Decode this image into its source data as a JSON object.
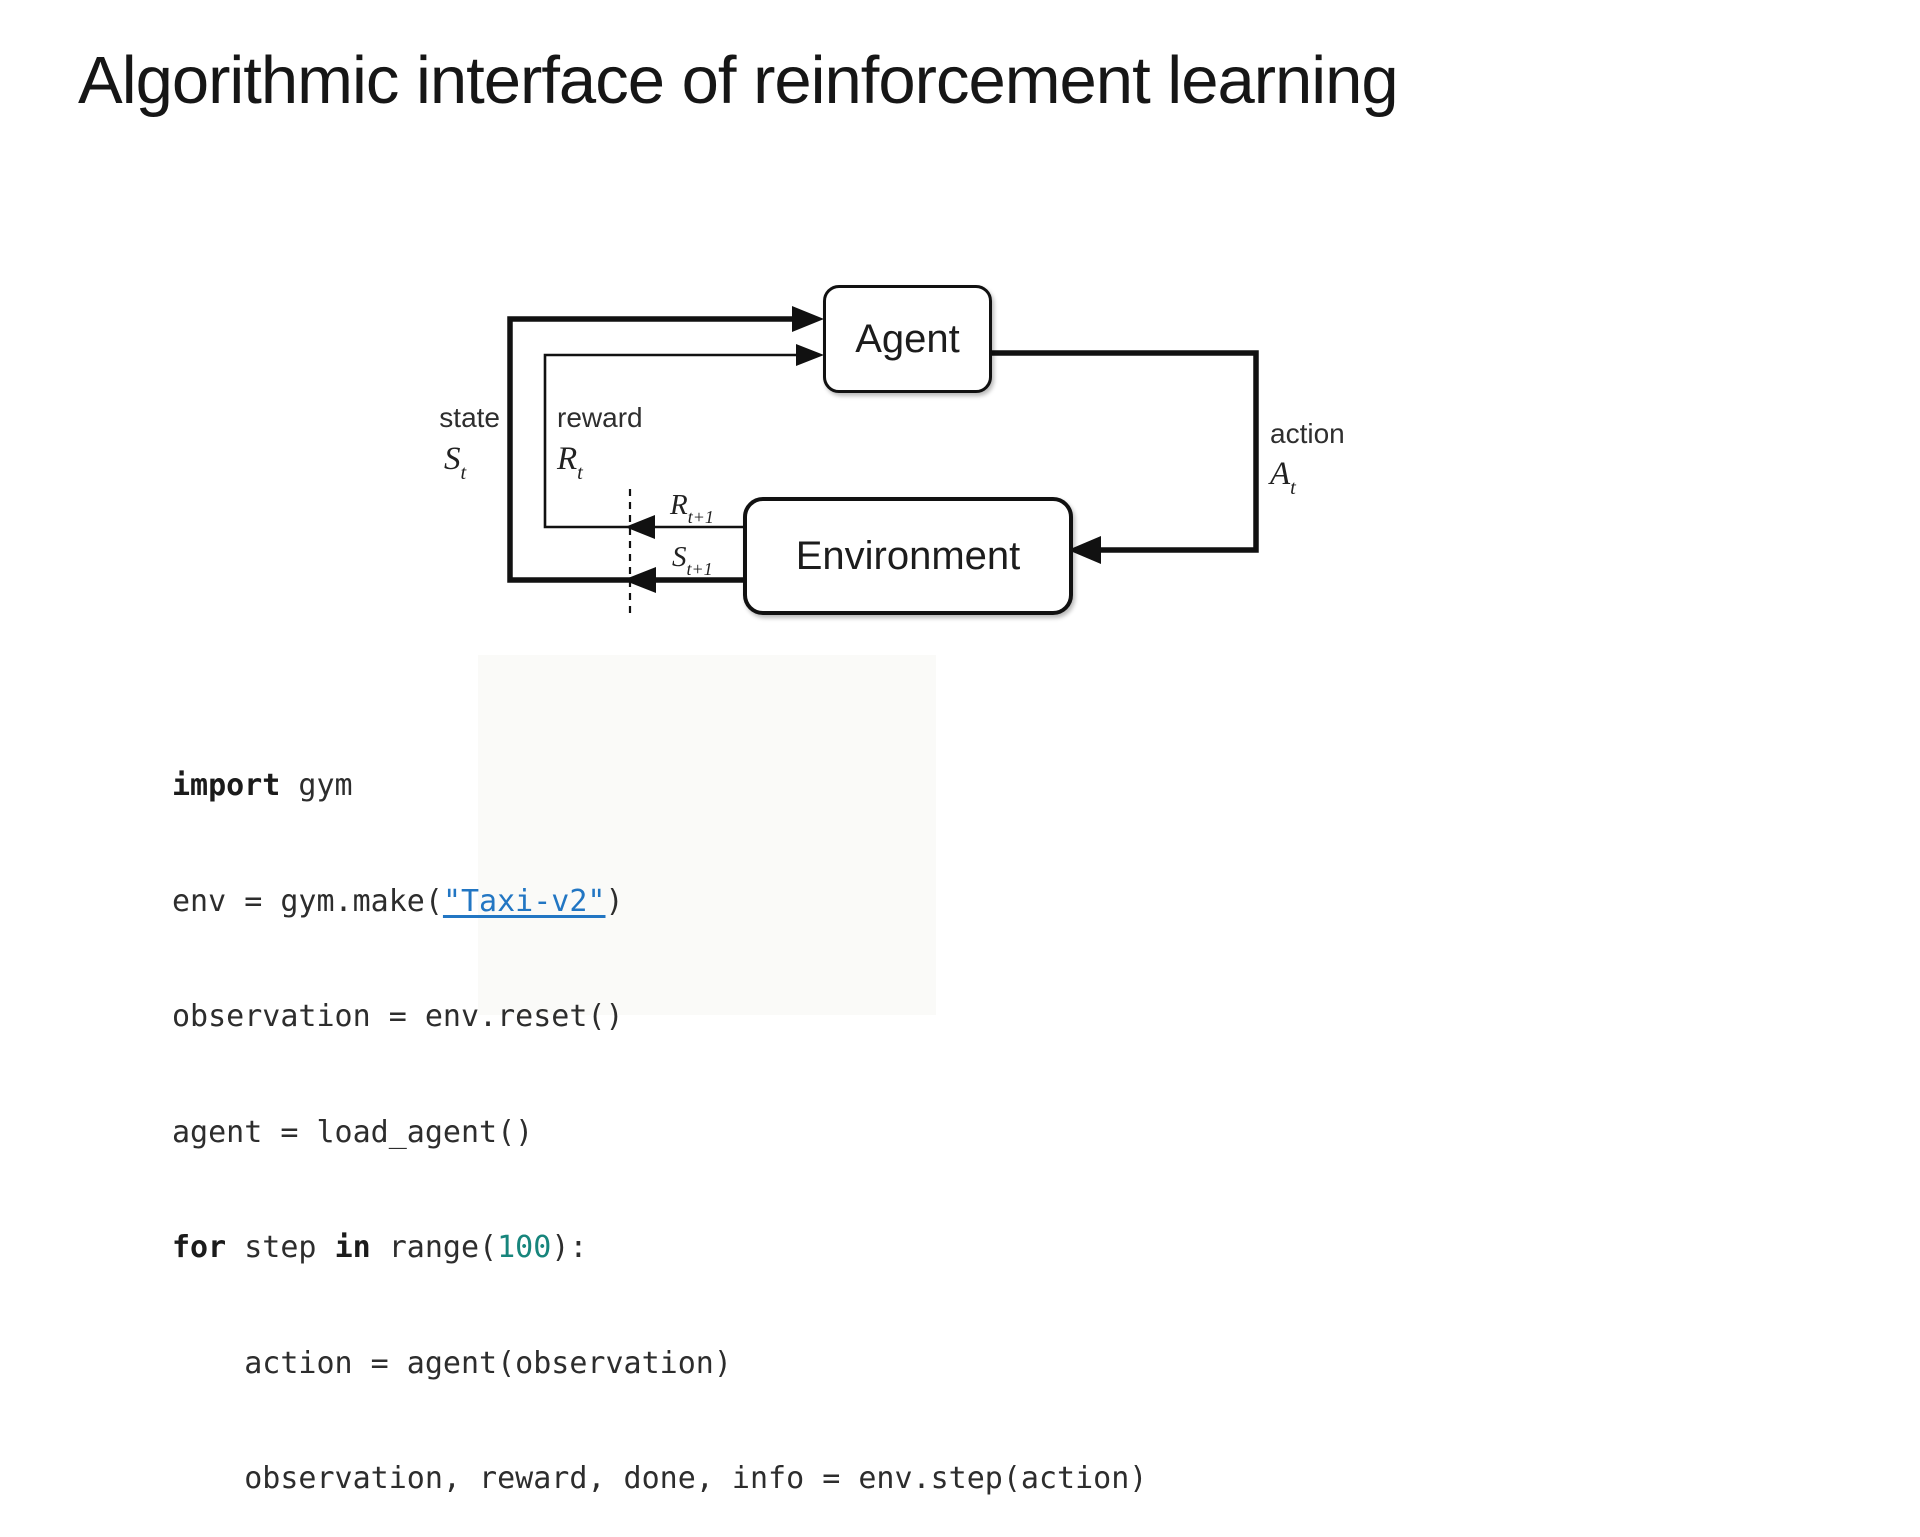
{
  "slide": {
    "title": "Algorithmic interface of reinforcement learning"
  },
  "diagram": {
    "agent_label": "Agent",
    "environment_label": "Environment",
    "state": {
      "label": "state",
      "sym": "S",
      "sub": "t"
    },
    "reward": {
      "label": "reward",
      "sym": "R",
      "sub": "t"
    },
    "action": {
      "label": "action",
      "sym": "A",
      "sub": "t"
    },
    "next_reward": {
      "sym": "R",
      "sub": "t+1"
    },
    "next_state": {
      "sym": "S",
      "sub": "t+1"
    }
  },
  "code": {
    "lines": [
      {
        "tokens": [
          {
            "t": "import"
          },
          {
            "t": " gym"
          }
        ]
      },
      {
        "tokens": [
          {
            "t": "env = gym.make("
          },
          {
            "t": "\"Taxi-v2\""
          },
          {
            "t": ")"
          }
        ]
      },
      {
        "tokens": [
          {
            "t": "observation = env.reset()"
          }
        ]
      },
      {
        "tokens": [
          {
            "t": "agent = load_agent()"
          }
        ]
      },
      {
        "tokens": [
          {
            "t": "for"
          },
          {
            "t": " step "
          },
          {
            "t": "in"
          },
          {
            "t": " range("
          },
          {
            "t": "100"
          },
          {
            "t": "):"
          }
        ]
      },
      {
        "tokens": [
          {
            "t": "    action = agent(observation)"
          }
        ]
      },
      {
        "tokens": [
          {
            "t": "    observation, reward, done, info = env.step(action)"
          }
        ]
      }
    ]
  },
  "colors": {
    "link_blue": "#2276c3",
    "number_teal": "#17857c",
    "line_black": "#111111"
  }
}
